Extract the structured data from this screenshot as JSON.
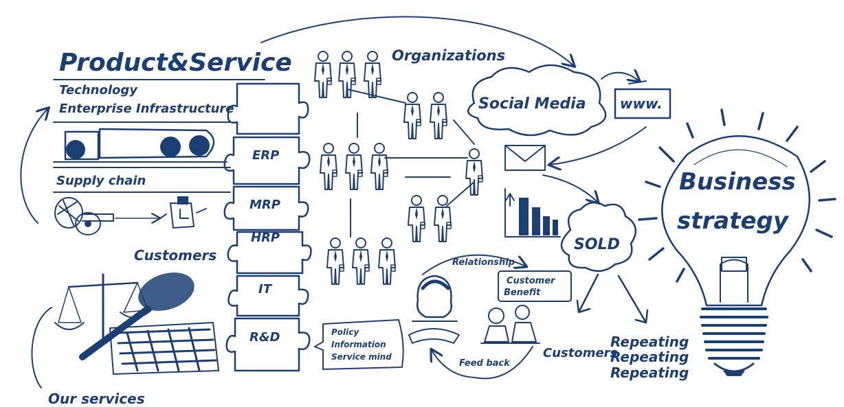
{
  "colors": {
    "ink": "#1c3f73",
    "background": "#ffffff"
  },
  "product_service": {
    "title": "Product&Service",
    "technology": "Technology",
    "enterprise": "Enterprise Infrastructure",
    "supply_chain": "Supply chain",
    "customers": "Customers",
    "our_services": "Our services"
  },
  "puzzle": [
    "ERP",
    "MRP",
    "HRP",
    "IT",
    "R&D"
  ],
  "organizations": {
    "title": "Organizations"
  },
  "social": {
    "social_media": "Social Media",
    "www": "www."
  },
  "sales": {
    "sold": "SOLD"
  },
  "relationship": {
    "relationship": "Relationship",
    "customer_benefit_1": "Customer",
    "customer_benefit_2": "Benefit",
    "policy": "Policy",
    "information": "Information",
    "service_mind": "Service mind",
    "feedback": "Feed back",
    "customers": "Customers"
  },
  "repeating": [
    "Repeating",
    "Repeating",
    "Repeating"
  ],
  "business": {
    "line1": "Business",
    "line2": "strategy"
  },
  "icons": [
    "person-icon",
    "truck-icon",
    "envelope-icon",
    "bar-chart-icon",
    "light-bulb-icon",
    "gavel-icon",
    "scales-icon",
    "cloud-icon"
  ]
}
